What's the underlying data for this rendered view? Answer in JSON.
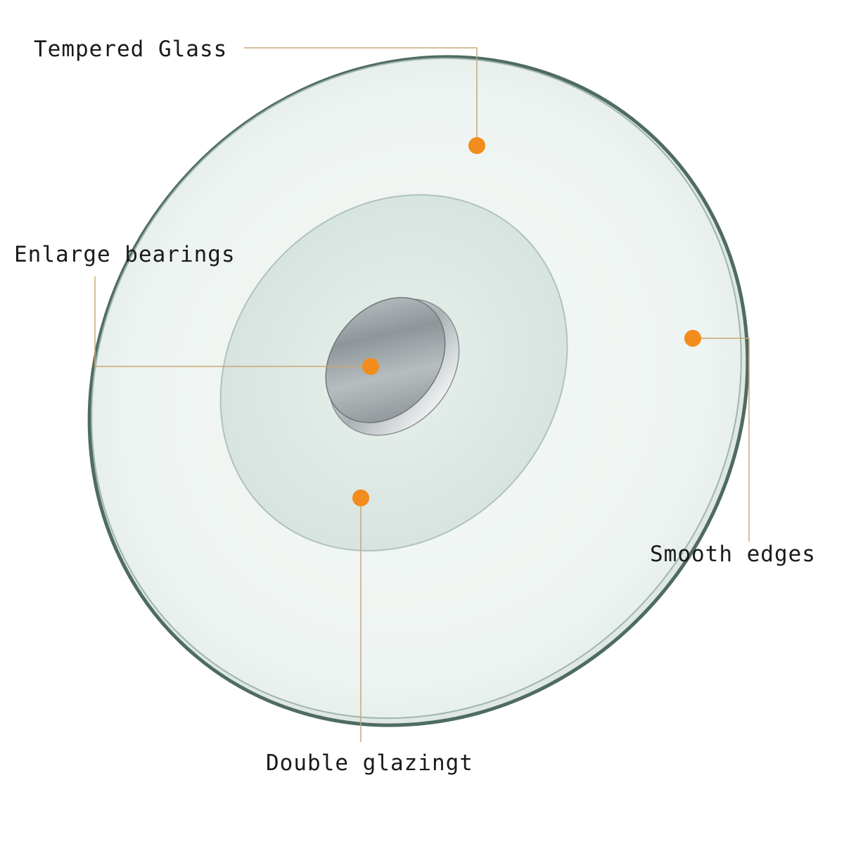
{
  "colors": {
    "accent": "#f28c1c",
    "leader_line": "#c9a775",
    "glass_edge": "#5e7a70",
    "glass_fill": "#eef4f1",
    "inner_glass": "#dfe9e5",
    "hub_metal": "#9aa1a4",
    "text": "#1a1a1a"
  },
  "callouts": [
    {
      "id": "tempered-glass",
      "text": "Tempered Glass"
    },
    {
      "id": "enlarge-bearings",
      "text": "Enlarge bearings"
    },
    {
      "id": "smooth-edges",
      "text": "Smooth edges"
    },
    {
      "id": "double-glazing",
      "text": "Double glazingt"
    }
  ]
}
